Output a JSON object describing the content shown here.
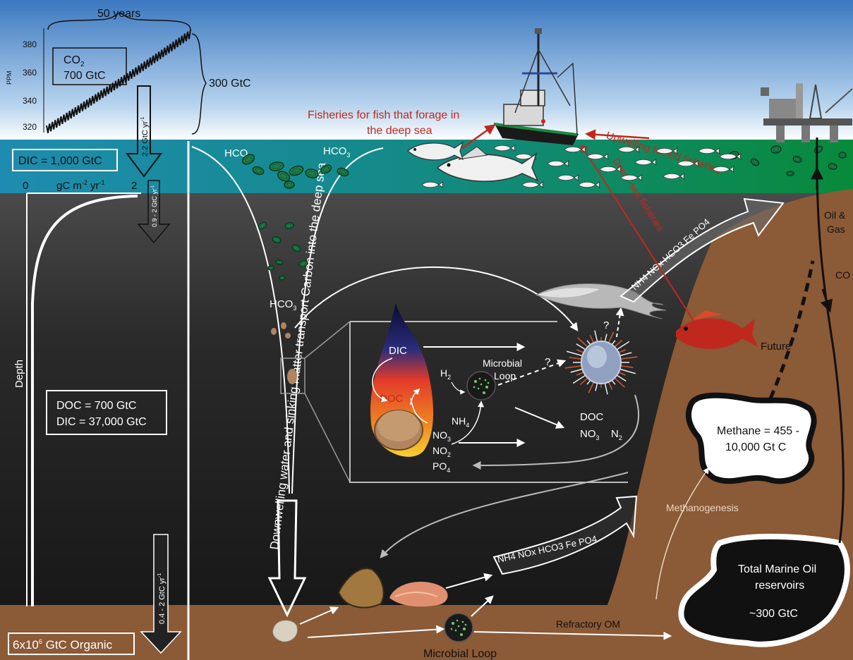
{
  "colors": {
    "sky_top": "#3f7fc4",
    "sky_bottom": "#ffffff",
    "surface_water": "#1a8aa0",
    "surface_green": "#0a8a3e",
    "deep_sea": "#1c1c1c",
    "sediment": "#8b5a36",
    "red_label": "#c0281e",
    "white": "#ffffff"
  },
  "atmosphere": {
    "years_label": "50 years",
    "ppm_label": "PPM",
    "ppm_ticks": [
      "380",
      "360",
      "340",
      "320"
    ],
    "co2_label": "CO",
    "co2_sub": "2",
    "co2_amount": "700 GtC",
    "brace_label": "300 GtC"
  },
  "fluxes": {
    "air_sea": "2.2 GtC yr",
    "air_sea_sup": "-1",
    "export": "0.9 - 2 GtC yr",
    "export_sup": "-1",
    "seafloor": "0.4 - 2 GtC yr",
    "seafloor_sup": "-1"
  },
  "reservoirs": {
    "surface_dic": "DIC = 1,000 GtC",
    "deep_doc": "DOC = 700 GtC",
    "deep_dic": "DIC = 37,000 GtC",
    "sediment_organic_pre": "6x10",
    "sediment_organic_sup": "6",
    "sediment_organic_post": " GtC Organic"
  },
  "profile": {
    "axis_zero": "0",
    "axis_units": "gC m",
    "axis_units_sup1": "-2",
    "axis_units_mid": " yr",
    "axis_units_sup2": "-1",
    "axis_two": "2",
    "depth_label": "Depth"
  },
  "labels": {
    "hco3_a": "HCO",
    "hco3_sub": "3",
    "fisheries_forage_line1": "Fisheries for fish that forage in",
    "fisheries_forage_line2": "the deep sea",
    "upwelling_fisheries": "Upwelling fueled fisheries",
    "deep_sea_fisheries": "Deep -sea fisheries",
    "downwelling": "Downwelling water and sinking matter transport Carbon into the deep sea",
    "nutrients_upper": "NH4 NOx HCO3 Fe PO4",
    "nutrients_lower": "NH4 NOx HCO3 Fe PO4",
    "oil_gas": "Oil &",
    "oil_gas_2": "Gas",
    "co_label": "CO",
    "future": "Future",
    "methane_line1": "Methane = 455 -",
    "methane_line2": "10,000 Gt C",
    "methanogenesis": "Methanogenesis",
    "oil_reservoir_line1": "Total Marine Oil",
    "oil_reservoir_line2": "reservoirs",
    "oil_reservoir_amount": "~300 GtC",
    "refractory": "Refractory OM",
    "microbial_loop_bottom": "Microbial Loop",
    "question_1": "?",
    "question_2": "?"
  },
  "inset": {
    "dic": "DIC",
    "doc": "DOC",
    "h2": "H",
    "h2_sub": "2",
    "nh4": "NH",
    "nh4_sub": "4",
    "no3": "NO",
    "no3_sub": "3",
    "no2": "NO",
    "no2_sub": "2",
    "po4": "PO",
    "po4_sub": "4",
    "microbial_line1": "Microbial",
    "microbial_line2": "Loop",
    "out_doc": "DOC",
    "out_no3": "NO",
    "out_no3_sub": "3",
    "out_n2": "N",
    "out_n2_sub": "2"
  }
}
